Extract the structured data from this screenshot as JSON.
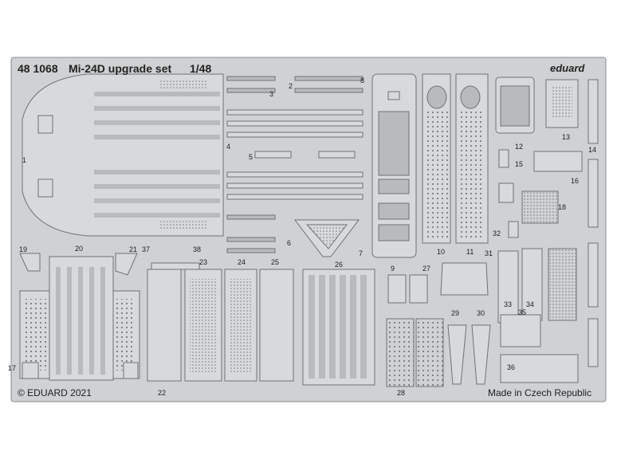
{
  "header": {
    "set_number": "48 1068",
    "set_name": "Mi-24D upgrade set",
    "scale": "1/48",
    "brand": "eduard"
  },
  "footer": {
    "copyright": "© EDUARD 2021",
    "origin": "Made in Czech Republic"
  },
  "colors": {
    "sheet": "#cfd1d3",
    "part": "#d7d9db",
    "part_edge": "#6f7275",
    "shade": "#b8bbbe",
    "text": "#222222"
  },
  "part_numbers": [
    "1",
    "2",
    "3",
    "4",
    "5",
    "6",
    "7",
    "8",
    "9",
    "10",
    "11",
    "12",
    "13",
    "14",
    "15",
    "16",
    "17",
    "18",
    "19",
    "20",
    "21",
    "22",
    "23",
    "24",
    "25",
    "26",
    "27",
    "28",
    "29",
    "30",
    "31",
    "32",
    "33",
    "34",
    "35",
    "36",
    "37",
    "38"
  ]
}
